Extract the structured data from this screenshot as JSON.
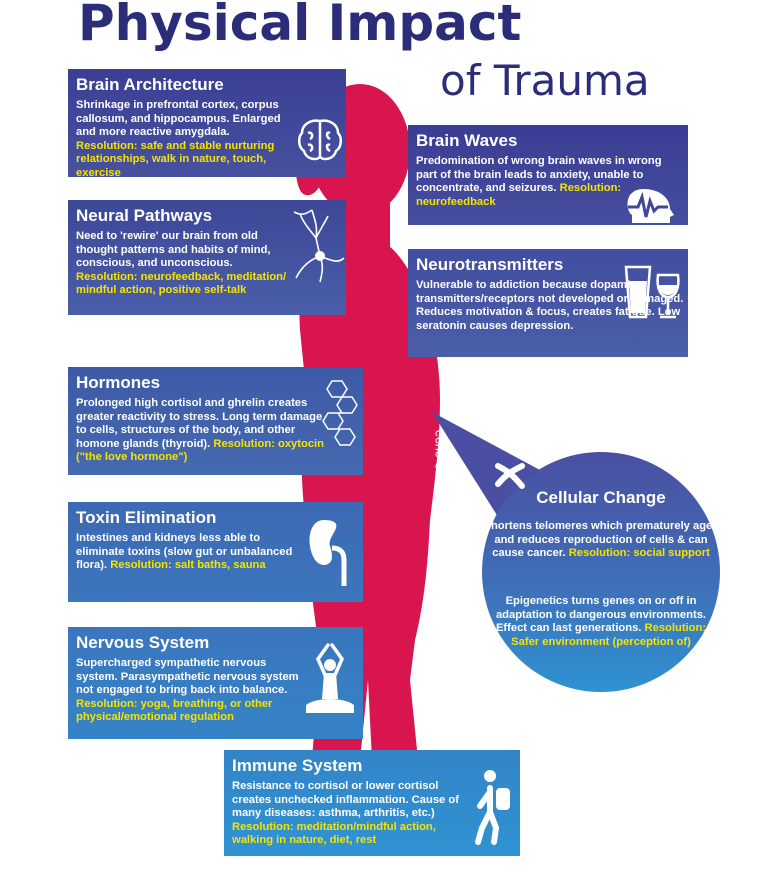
{
  "header": {
    "title": "Physical Impact",
    "subtitle": "of Trauma"
  },
  "colors": {
    "title": "#2b2d78",
    "silhouette": "#d9154f",
    "resolution_text": "#f5e400",
    "card_dark": "#3b3f94",
    "card_light": "#2f93d2"
  },
  "credit": "echo ©2018",
  "cards": {
    "brain_architecture": {
      "title": "Brain Architecture",
      "body": "Shrinkage in prefrontal cortex, corpus callosum, and hippocampus. Enlarged and more reactive amygdala. ",
      "resolution": "Resolution: safe and stable nurturing relationships, walk in nature, touch, exercise",
      "icon": "brain-icon"
    },
    "neural_pathways": {
      "title": "Neural Pathways",
      "body": "Need to 'rewire' our brain from old thought patterns and habits of mind, conscious, and unconscious. ",
      "resolution": "Resolution: neurofeedback, meditation/ mindful action, positive self-talk",
      "icon": "neuron-icon"
    },
    "hormones": {
      "title": "Hormones",
      "body": "Prolonged high cortisol and ghrelin creates greater reactivity to stress. Long term damage to cells, structures of the body, and other homone glands (thyroid). ",
      "resolution": "Resolution: oxytocin (\"the love hormone\")",
      "icon": "molecule-icon"
    },
    "toxin_elimination": {
      "title": "Toxin Elimination",
      "body": "Intestines and kidneys less able to eliminate toxins (slow gut or unbalanced flora). ",
      "resolution": "Resolution: salt baths, sauna",
      "icon": "kidney-icon"
    },
    "nervous_system": {
      "title": "Nervous System",
      "body": "Supercharged sympathetic nervous system. Parasympathetic nervous system not engaged to bring back into balance. ",
      "resolution": "Resolution: yoga, breathing, or other physical/emotional regulation",
      "icon": "meditation-icon"
    },
    "immune_system": {
      "title": "Immune System",
      "body": "Resistance to cortisol or lower cortisol creates unchecked inflammation. Cause of many diseases: asthma, arthritis, etc.) ",
      "resolution": "Resolution: meditation/mindful action, walking in nature, diet, rest",
      "icon": "hiker-icon"
    },
    "brain_waves": {
      "title": "Brain Waves",
      "body": "Predomination of wrong brain waves in wrong part of the brain leads to anxiety, unable to concentrate, and seizures. ",
      "resolution": "Resolution: neurofeedback",
      "icon": "brain-wave-head-icon"
    },
    "neurotransmitters": {
      "title": "Neurotransmitters",
      "body": "Vulnerable to addiction because dopamine transmitters/receptors not developed or damaged. Reduces motivation & focus, creates fatigue. Low seratonin causes depression.",
      "icon": "drink-glasses-icon"
    },
    "cellular_change": {
      "title": "Cellular Change",
      "body1": "Shortens telomeres which prematurely ages and reduces reproduction of cells & can cause cancer. ",
      "resolution1": "Resolution: social support",
      "body2": "Epigenetics turns genes on or off in adaptation to dangerous environments. Effect can last generations. ",
      "resolution2": "Resolution: Safer environment (perception of)",
      "icon": "chromosome-icon"
    }
  }
}
